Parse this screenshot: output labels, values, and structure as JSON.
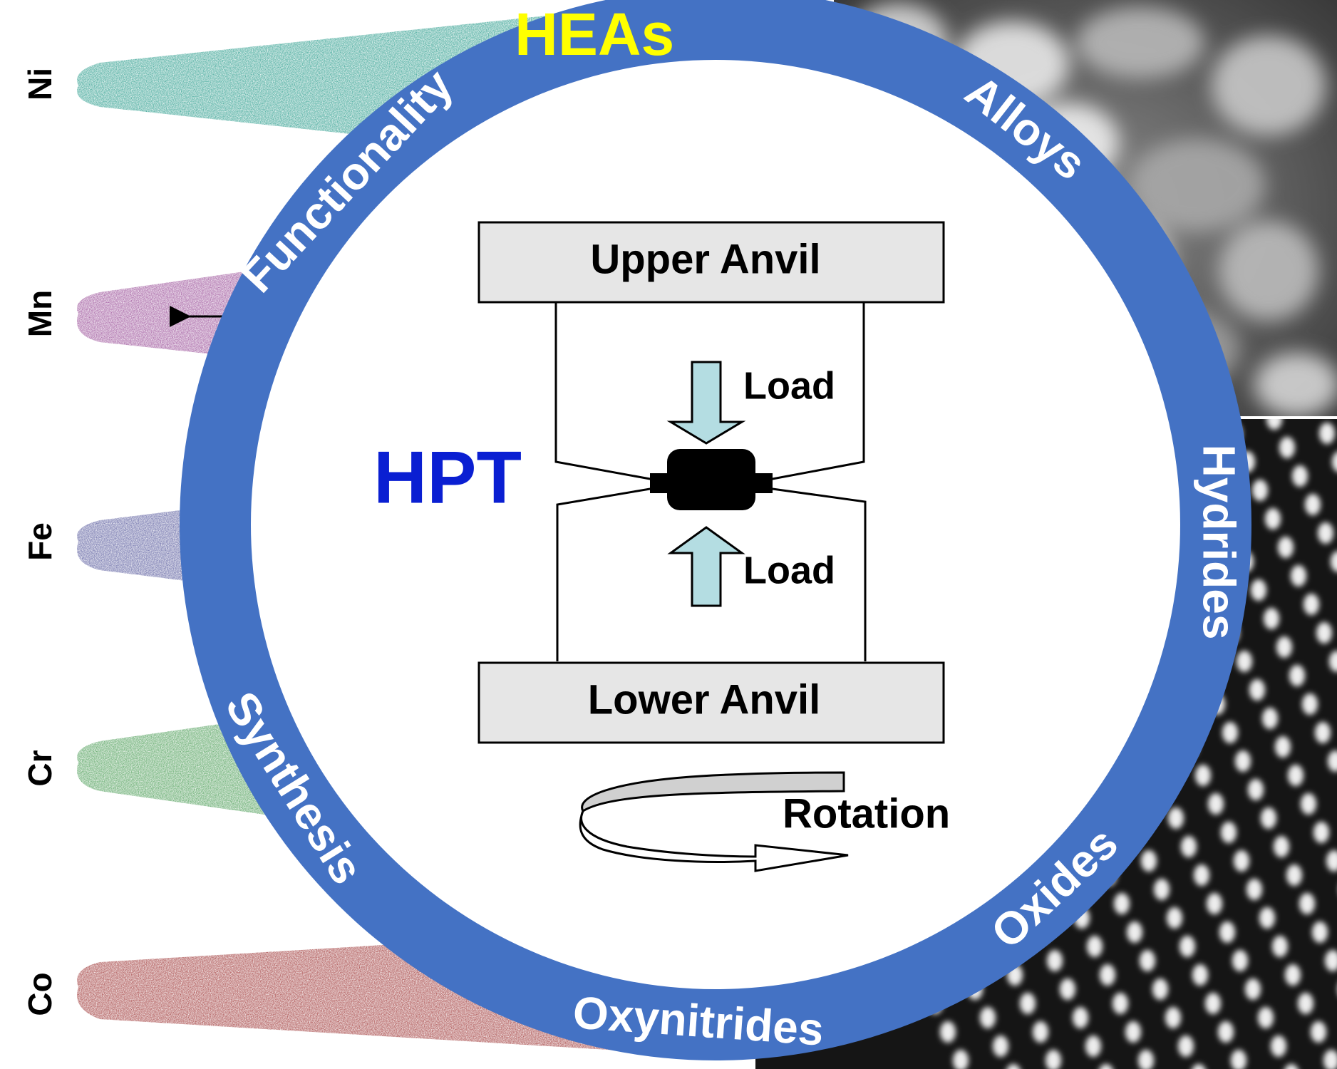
{
  "element_labels": [
    "Ni",
    "Mn",
    "Fe",
    "Cr",
    "Co"
  ],
  "ring": {
    "title": "HEAs",
    "words": {
      "alloys": "Alloys",
      "hydrides": "Hydrides",
      "oxides": "Oxides",
      "oxynitrides": "Oxynitrides",
      "synthesis": "Synthesis",
      "functionality": "Functionality"
    }
  },
  "diagram": {
    "method": "HPT",
    "upper_anvil": "Upper Anvil",
    "lower_anvil": "Lower Anvil",
    "load_top": "Load",
    "load_bottom": "Load",
    "rotation": "Rotation"
  },
  "colors": {
    "ring": "#4472C4",
    "title": "#FFFF00",
    "method": "#0A1FD2",
    "arrow_fill": "#B4DDE2",
    "anvil_fill": "#E6E6E6",
    "Ni": "#2E9E8E",
    "Mn": "#9A4E98",
    "Fe": "#5A5C9E",
    "Cr": "#4E9E58",
    "Co": "#A03A3A"
  }
}
